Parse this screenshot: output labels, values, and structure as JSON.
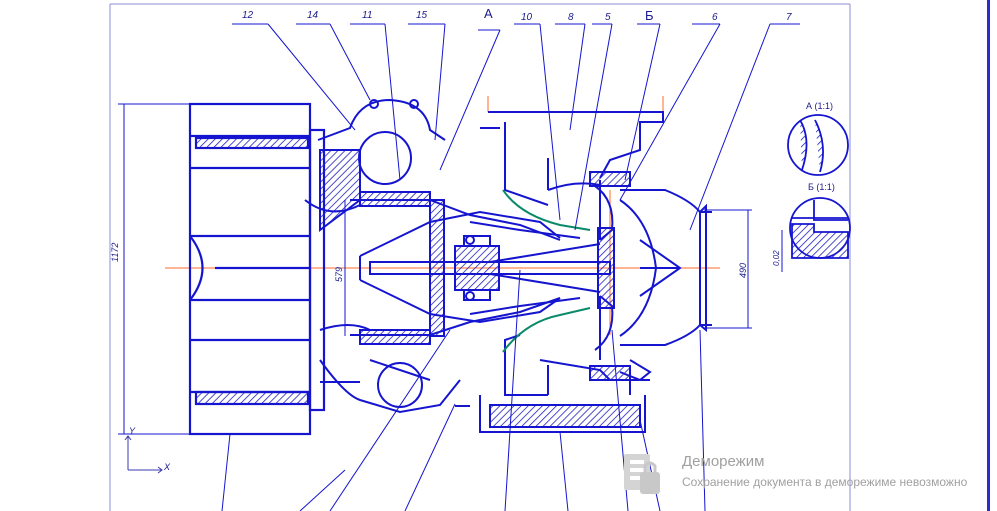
{
  "drawing": {
    "leader_labels": [
      "12",
      "14",
      "11",
      "15",
      "А",
      "10",
      "8",
      "5",
      "Б",
      "6",
      "7"
    ],
    "dimensions": {
      "overall_height": "1172",
      "impeller_diameter": "579",
      "outlet_diameter": "490",
      "gap": "0,02"
    },
    "detail_views": {
      "detail_a": "А (1:1)",
      "detail_b": "Б (1:1)"
    },
    "axes": {
      "x": "X",
      "y": "Y"
    },
    "colors": {
      "line": "#1515d0",
      "hatch": "#2020c0",
      "centerline": "#ff6a2a",
      "seal": "#0a8a6a"
    }
  },
  "watermark": {
    "title": "Деморежим",
    "subtitle": "Сохранение документа в деморежиме невозможно"
  }
}
